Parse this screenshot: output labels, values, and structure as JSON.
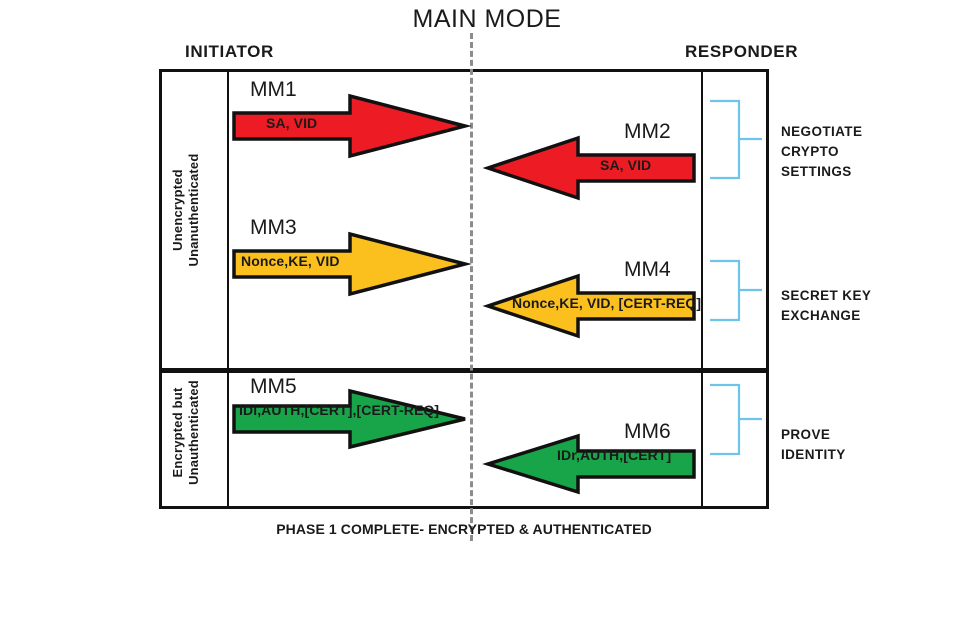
{
  "title": "MAIN MODE",
  "columns": {
    "initiator": "INITIATOR",
    "responder": "RESPONDER"
  },
  "phases": [
    {
      "side_label": "Unencrypted\nUnanuthenticated"
    },
    {
      "side_label": "Encrypted but\nUnauthenticated"
    }
  ],
  "messages": [
    {
      "id": "MM1",
      "payload": "SA, VID",
      "direction": "right",
      "color": "#ED1C24",
      "phase": 1
    },
    {
      "id": "MM2",
      "payload": "SA, VID",
      "direction": "left",
      "color": "#ED1C24",
      "phase": 1
    },
    {
      "id": "MM3",
      "payload": "Nonce,KE, VID",
      "direction": "right",
      "color": "#FBC01E",
      "phase": 1
    },
    {
      "id": "MM4",
      "payload": "Nonce,KE, VID, [CERT-REQ]",
      "direction": "left",
      "color": "#FBC01E",
      "phase": 1
    },
    {
      "id": "MM5",
      "payload": "IDi,AUTH,[CERT],[CERT-REQ]",
      "direction": "right",
      "color": "#18A449",
      "phase": 2
    },
    {
      "id": "MM6",
      "payload": "IDr,AUTH,[CERT]",
      "direction": "left",
      "color": "#18A449",
      "phase": 2
    }
  ],
  "groups": [
    {
      "label": "NEGOTIATE\nCRYPTO\nSETTINGS"
    },
    {
      "label": "SECRET KEY\nEXCHANGE"
    },
    {
      "label": "PROVE\nIDENTITY"
    }
  ],
  "footer": "PHASE 1 COMPLETE- ENCRYPTED & AUTHENTICATED",
  "colors": {
    "red": "#ED1C24",
    "yellow": "#FBC01E",
    "green": "#18A449",
    "brace_blue": "#6FC4EA",
    "frame_black": "#111111",
    "dash_gray": "#8C8C8C"
  }
}
